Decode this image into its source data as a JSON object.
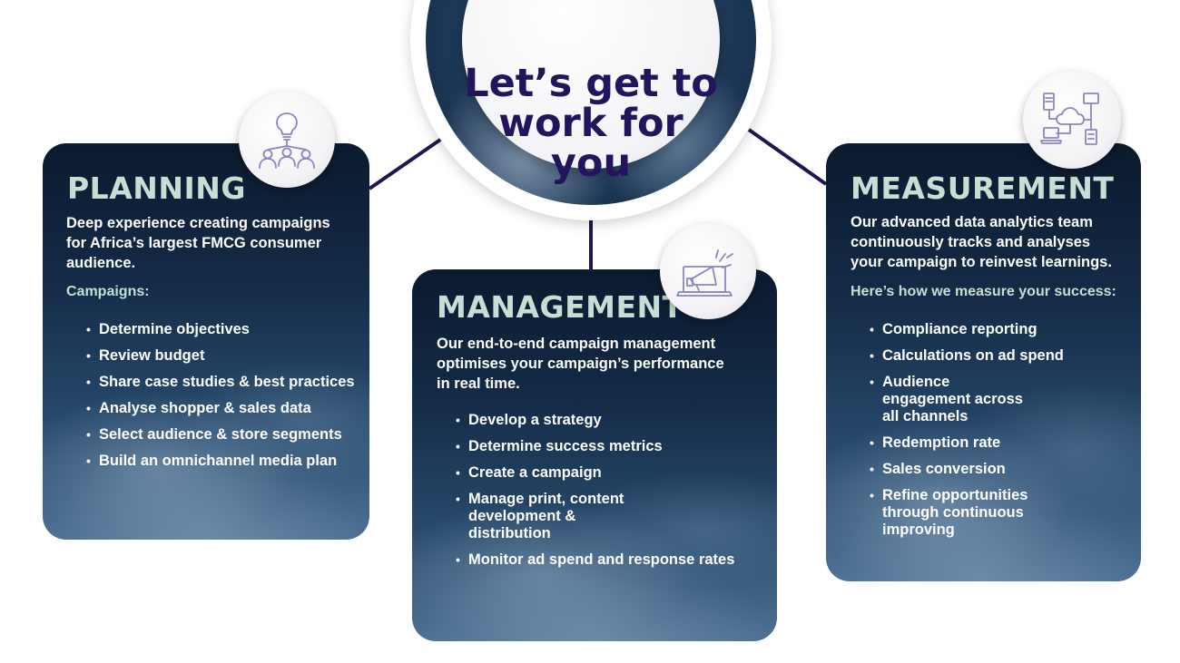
{
  "hero": {
    "headline": "Let’s get to\nwork for\nyou"
  },
  "colors": {
    "title_accent": "#c4dfd4",
    "headline": "#22155e",
    "icon_stroke": "#8a86c4",
    "connector": "#1e1650"
  },
  "planning": {
    "icon": "lightbulb-team-icon",
    "title": "PLANNING",
    "description": "Deep experience creating campaigns for Africa’s largest FMCG consumer audience.",
    "subheading": "Campaigns:",
    "items": [
      "Determine objectives",
      "Review budget",
      "Share case studies & best practices",
      "Analyse shopper & sales data",
      "Select audience & store segments",
      "Build an omnichannel media plan"
    ]
  },
  "management": {
    "icon": "megaphone-laptop-icon",
    "title": "MANAGEMENT",
    "description": "Our end-to-end campaign management optimises your campaign’s performance in real time.",
    "items": [
      "Develop a strategy",
      "Determine success metrics",
      "Create a campaign",
      "Manage print, content development & distribution",
      "Monitor ad spend and response rates"
    ]
  },
  "measurement": {
    "icon": "cloud-network-icon",
    "title": "MEASUREMENT",
    "description": "Our advanced data analytics team continuously tracks and analyses your campaign to reinvest learnings.",
    "subheading": "Here’s how we measure your success:",
    "items": [
      "Compliance reporting",
      "Calculations on ad spend",
      "Audience engagement across all channels",
      "Redemption rate",
      "Sales conversion",
      "Refine opportunities through continuous improving"
    ]
  }
}
